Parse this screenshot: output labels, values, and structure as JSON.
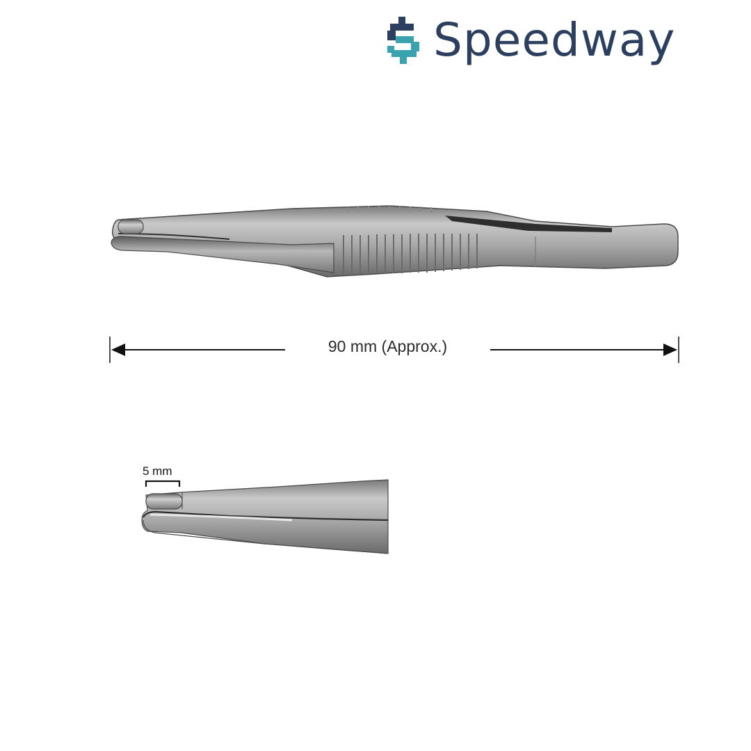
{
  "logo": {
    "text": "Speedway",
    "icon": "speedway-s-logo-icon",
    "colors": {
      "text": "#2d3f5e",
      "accent": "#3aa3b0"
    }
  },
  "full_length": {
    "label": "90 mm  (Approx.)"
  },
  "tip_detail": {
    "label": "5 mm"
  },
  "colors": {
    "steel_light": "#c4c4c4",
    "steel_mid": "#9a9a9a",
    "steel_dark": "#5e5e5e",
    "arrow": "#111111"
  }
}
